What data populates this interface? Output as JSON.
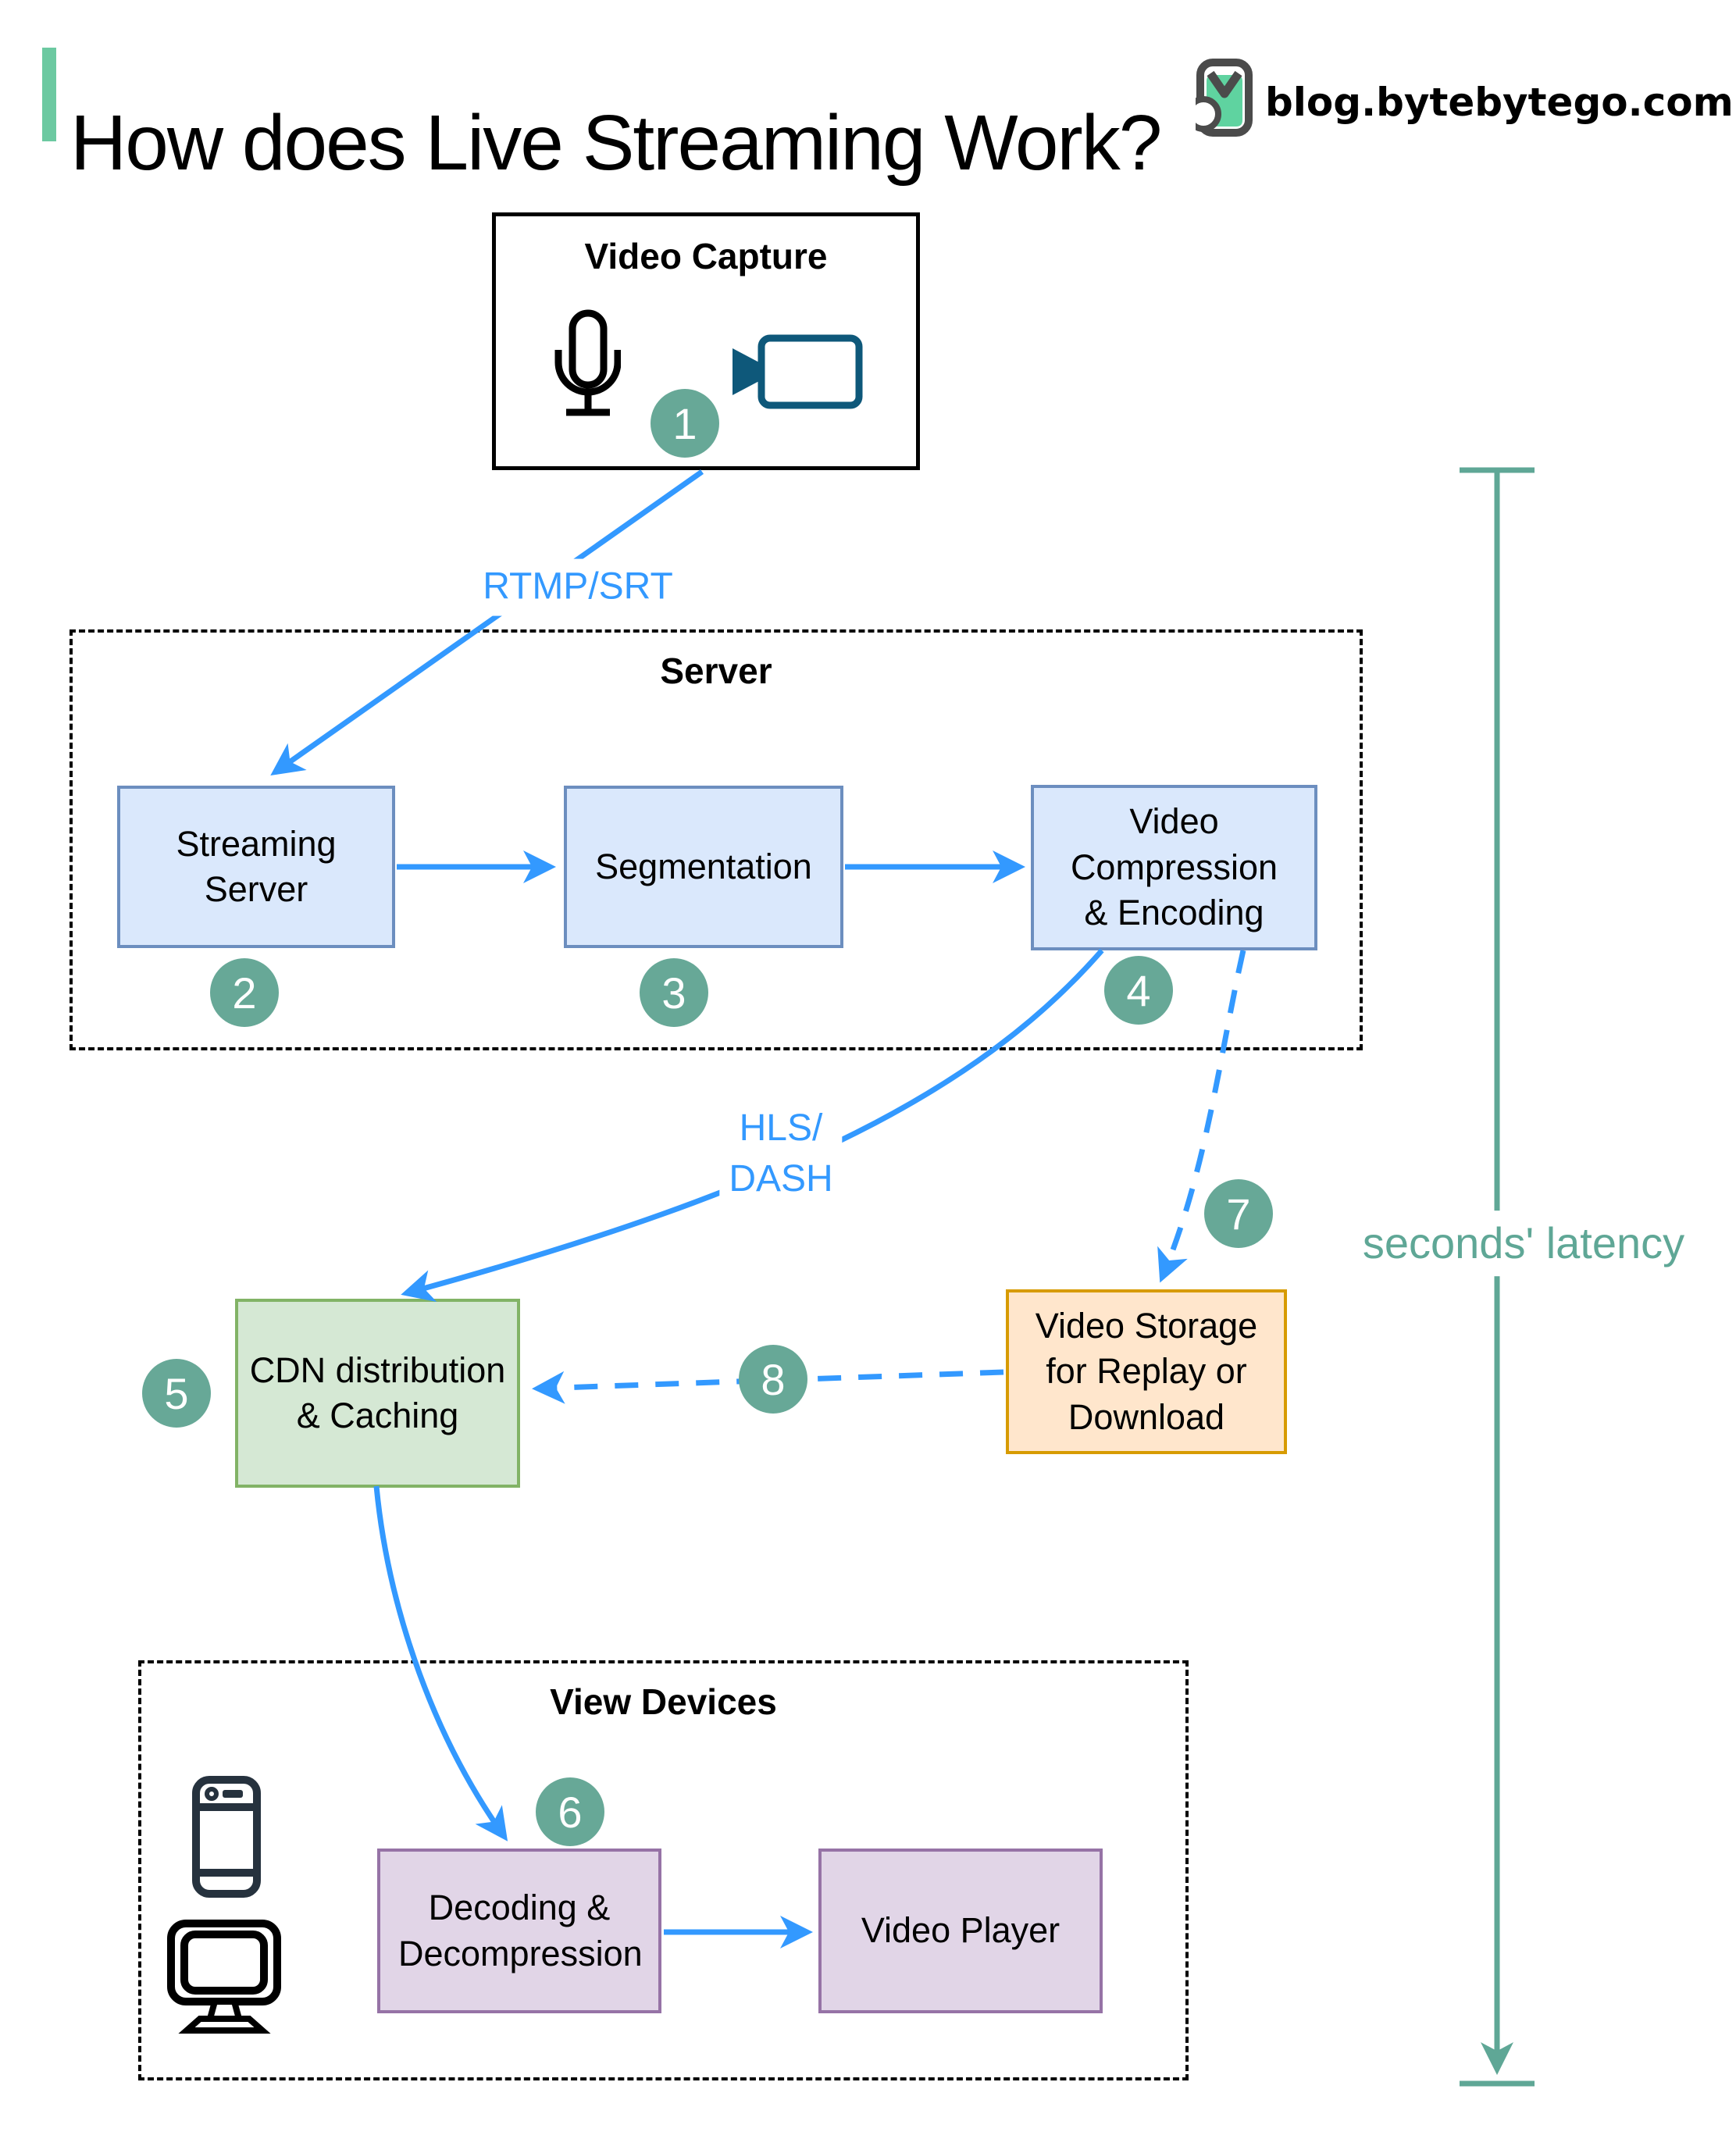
{
  "header": {
    "title": "How does Live Streaming Work?",
    "site": "blog.bytebytego.com"
  },
  "sections": {
    "server": {
      "label": "Server"
    },
    "view_devices": {
      "label": "View Devices"
    }
  },
  "nodes": {
    "video_capture": {
      "label": "Video Capture"
    },
    "streaming_server": {
      "label": "Streaming Server"
    },
    "segmentation": {
      "label": "Segmentation"
    },
    "video_compression": {
      "label": "Video Compression & Encoding"
    },
    "cdn": {
      "label": "CDN distribution & Caching"
    },
    "video_storage": {
      "label": "Video Storage for Replay or Download"
    },
    "decoding": {
      "label": "Decoding & Decompression"
    },
    "video_player": {
      "label": "Video Player"
    }
  },
  "edge_labels": {
    "rtmp": "RTMP/SRT",
    "hls": "HLS/\nDASH",
    "latency": "seconds' latency"
  },
  "steps": {
    "s1": "1",
    "s2": "2",
    "s3": "3",
    "s4": "4",
    "s5": "5",
    "s6": "6",
    "s7": "7",
    "s8": "8"
  },
  "icons": {
    "microphone": "microphone-icon",
    "video_camera": "video-camera-icon",
    "smartphone": "smartphone-icon",
    "monitor": "monitor-icon",
    "logo": "bytebytego-logo-icon"
  },
  "colors": {
    "accent_green": "#6cc9a1",
    "arrow_blue": "#3399ff",
    "badge_teal": "#67a897",
    "latency_teal": "#5fa796",
    "box_blue_fill": "#dae8fc",
    "box_blue_border": "#6c8ebf",
    "box_green_fill": "#d5e8d4",
    "box_green_border": "#82b366",
    "box_orange_fill": "#ffe6cc",
    "box_orange_border": "#d79b00",
    "box_purple_fill": "#e1d5e7",
    "box_purple_border": "#9673a6",
    "camera_teal": "#0e587a",
    "phone_navy": "#26323e"
  }
}
